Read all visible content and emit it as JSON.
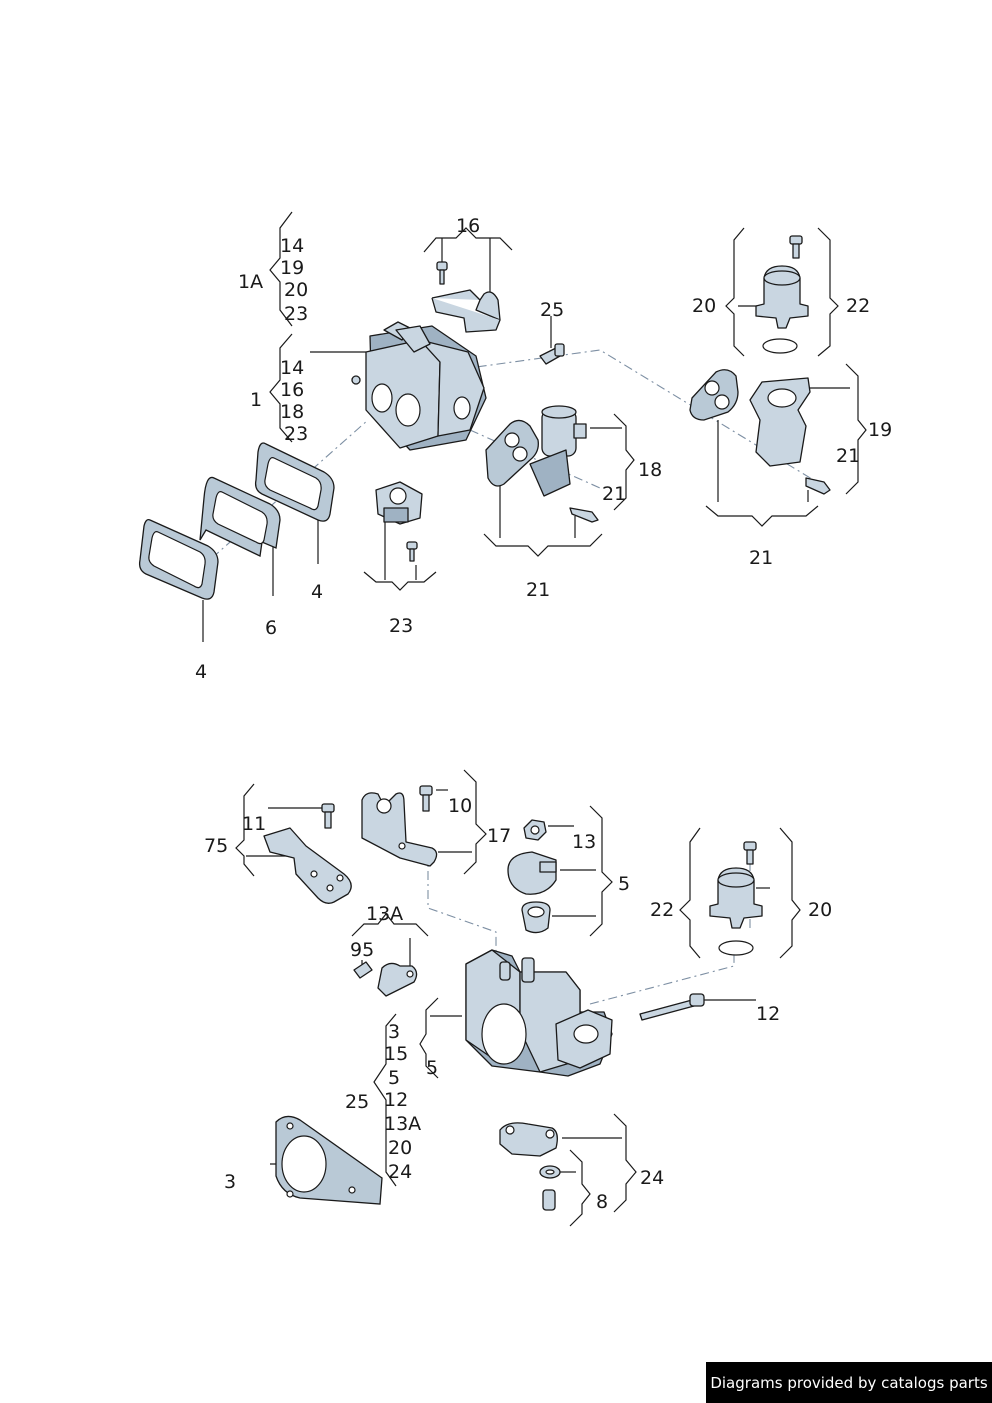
{
  "diagram": {
    "labels": {
      "top_14": "14",
      "top_19": "19",
      "top_20": "20",
      "top_23": "23",
      "top_1A": "1A",
      "mid_14": "14",
      "mid_16": "16",
      "mid_18": "18",
      "mid_23": "23",
      "mid_1": "1",
      "p16": "16",
      "p25": "25",
      "r20": "20",
      "r22": "22",
      "r19": "19",
      "r21a": "21",
      "r21b": "21",
      "c18": "18",
      "c21a": "21",
      "c21b": "21",
      "g4a": "4",
      "g6": "6",
      "g4b": "4",
      "p23": "23",
      "b11": "11",
      "b75": "75",
      "b10": "10",
      "b17": "17",
      "b13": "13",
      "b5": "5",
      "b13A": "13A",
      "b95": "95",
      "s3": "3",
      "s15": "15",
      "s5": "5",
      "s12": "12",
      "s13A": "13A",
      "s20": "20",
      "s24": "24",
      "b25": "25",
      "b5b": "5",
      "b3": "3",
      "br22": "22",
      "br20": "20",
      "b12": "12",
      "b24": "24",
      "b8": "8"
    }
  },
  "footer": {
    "text": "Diagrams provided by catalogs parts"
  }
}
